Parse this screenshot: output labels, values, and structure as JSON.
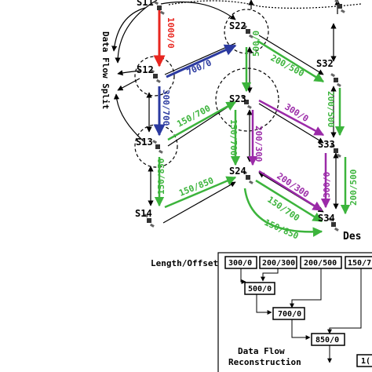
{
  "nodes": {
    "s11": "S11",
    "s12": "S12",
    "s13": "S13",
    "s14": "S14",
    "s22": "S22",
    "s23": "S23",
    "s24": "S24",
    "s32": "S32",
    "s33": "S33",
    "s34": "S34",
    "des": "Des"
  },
  "edge_labels": {
    "s11_s12": "1000/0",
    "s12_s22": "700/0",
    "s12_s13": "300/700",
    "s13_s23": "150/700",
    "s13_s14": "150/850",
    "s13_s24": "150/850",
    "s22_s23": "500/0",
    "s22_s32": "200/500",
    "s23_s24": "150/700",
    "s23_s24_purple": "200/300",
    "s23_s33": "300/0",
    "s24_s34": "200/300",
    "s33_s34": "300/0",
    "s32_s33": "200/500",
    "s24_s34_b": "150/700",
    "s24_des": "150/850",
    "s33_s34_b": "200/500"
  },
  "side_label": "Data Flow Split",
  "length_offset_label": "Length/Offset",
  "top_row_boxes": [
    "300/0",
    "200/300",
    "200/500",
    "150/7"
  ],
  "merge_boxes": [
    "500/0",
    "700/0",
    "850/0",
    "1("
  ],
  "reconstruction_title": "Data Flow",
  "reconstruction_subtitle": "Reconstruction",
  "colors": {
    "red": "#e8261f",
    "blue": "#2b3aa0",
    "green": "#3cb43c",
    "purple": "#9b2aa8",
    "black": "#000000"
  }
}
